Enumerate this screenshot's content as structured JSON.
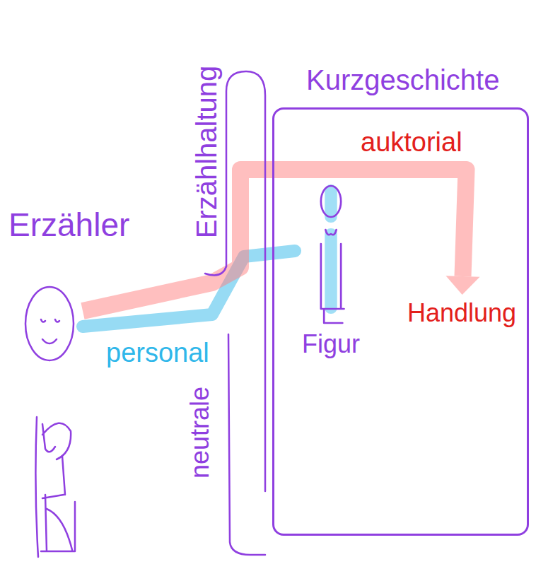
{
  "diagram": {
    "nodes": [
      {
        "text": [
          "Erzähler"
        ]
      },
      {
        "text": [
          "Erzählhaltung"
        ]
      },
      {
        "text": [
          "Kurzgeschichte"
        ]
      },
      {
        "text": [
          "Figur"
        ],
        "in": 2
      },
      {
        "text": [
          "Handlung"
        ],
        "in": 2
      }
    ],
    "edges": [
      {
        "from": 0,
        "to": 3,
        "arrow": "none",
        "label": "personal"
      },
      {
        "from": 0,
        "to": 4,
        "arrow": "to",
        "label": "auktorial"
      }
    ],
    "labels": [
      "neutrale"
    ]
  }
}
